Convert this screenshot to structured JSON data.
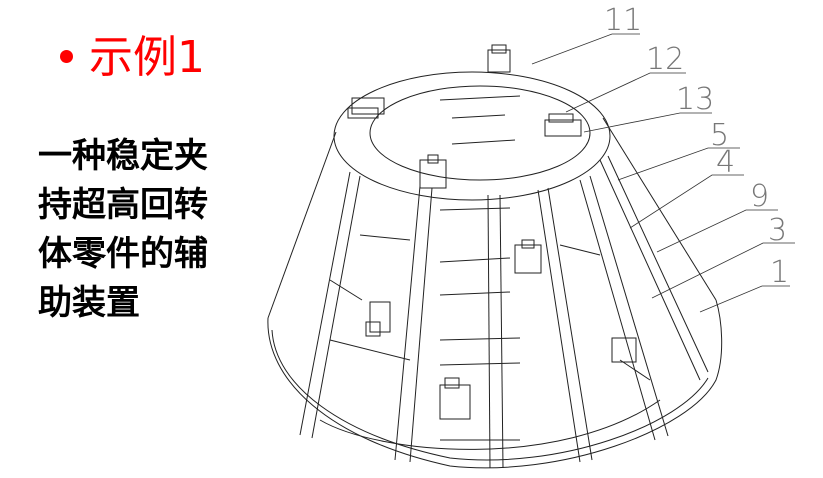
{
  "slide": {
    "title": "示例1",
    "title_color": "#ff0000",
    "description_lines": [
      "一种稳定夹",
      "持超高回转",
      "体零件的辅",
      "助装置"
    ]
  },
  "figure": {
    "type": "technical-line-drawing",
    "subject": "conical support frame assembly",
    "part_labels": [
      "11",
      "12",
      "13",
      "5",
      "4",
      "9",
      "3",
      "1"
    ]
  }
}
